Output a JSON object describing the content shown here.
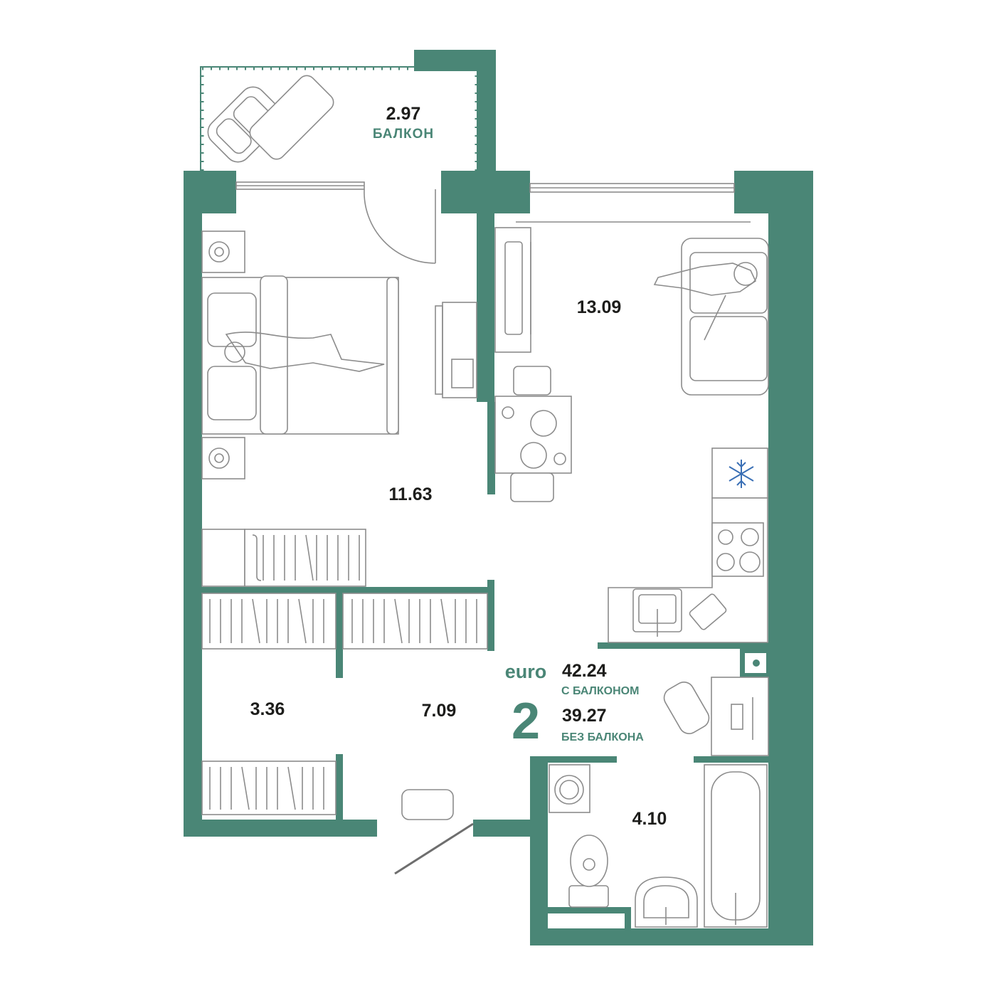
{
  "colors": {
    "wall": "#4a8676",
    "line": "#8c8c8c",
    "text": "#1d1d1b",
    "snowflake": "#3a6fb5"
  },
  "rooms": [
    {
      "id": "balcony",
      "area": "2.97",
      "label": "БАЛКОН"
    },
    {
      "id": "bedroom",
      "area": "11.63"
    },
    {
      "id": "living-kitchen",
      "area": "13.09"
    },
    {
      "id": "wardrobe",
      "area": "3.36"
    },
    {
      "id": "hallway",
      "area": "7.09"
    },
    {
      "id": "bathroom",
      "area": "4.10"
    }
  ],
  "summary": {
    "brand": "euro",
    "rooms_count": "2",
    "total_with_balcony": "42.24",
    "with_balcony_label": "С БАЛКОНОМ",
    "total_without_balcony": "39.27",
    "without_balcony_label": "БЕЗ БАЛКОНА"
  },
  "icons": [
    "snowflake-icon",
    "washing-machine-icon",
    "toilet-icon",
    "sink-icon",
    "bathtub-icon",
    "stove-icon",
    "bed-icon",
    "sofa-icon",
    "armchair-icon",
    "tv-icon",
    "dining-table-icon",
    "desk-icon"
  ]
}
